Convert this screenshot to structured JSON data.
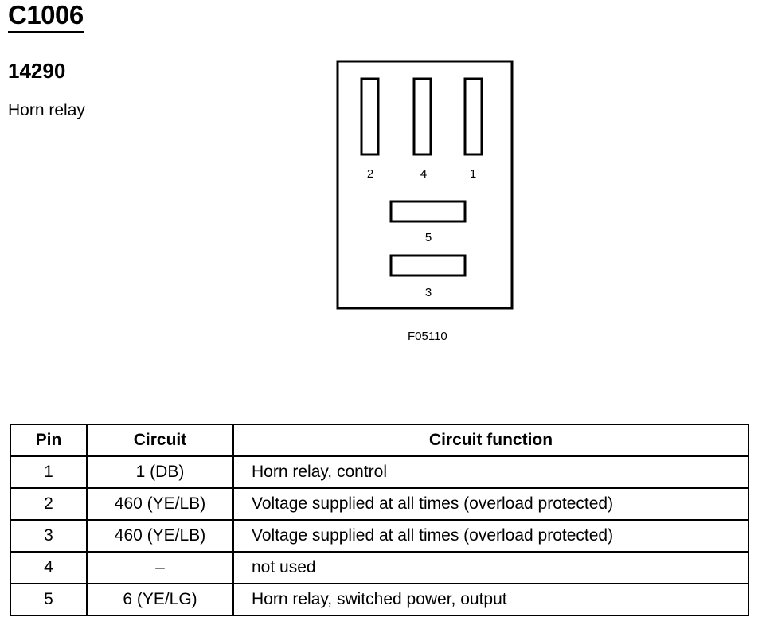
{
  "header": {
    "connector_id": "C1006",
    "part_number": "14290",
    "component_name": "Horn relay"
  },
  "diagram": {
    "pin_labels": {
      "p2": "2",
      "p4": "4",
      "p1": "1",
      "p5": "5",
      "p3": "3"
    },
    "figure_code": "F05110"
  },
  "table": {
    "headers": {
      "pin": "Pin",
      "circuit": "Circuit",
      "function": "Circuit function"
    },
    "rows": [
      {
        "pin": "1",
        "circuit": "1 (DB)",
        "function": "Horn relay, control"
      },
      {
        "pin": "2",
        "circuit": "460 (YE/LB)",
        "function": "Voltage supplied at all times (overload protected)"
      },
      {
        "pin": "3",
        "circuit": "460 (YE/LB)",
        "function": "Voltage supplied at all times (overload protected)"
      },
      {
        "pin": "4",
        "circuit": "–",
        "function": "not used"
      },
      {
        "pin": "5",
        "circuit": "6 (YE/LG)",
        "function": "Horn relay, switched power, output"
      }
    ]
  }
}
